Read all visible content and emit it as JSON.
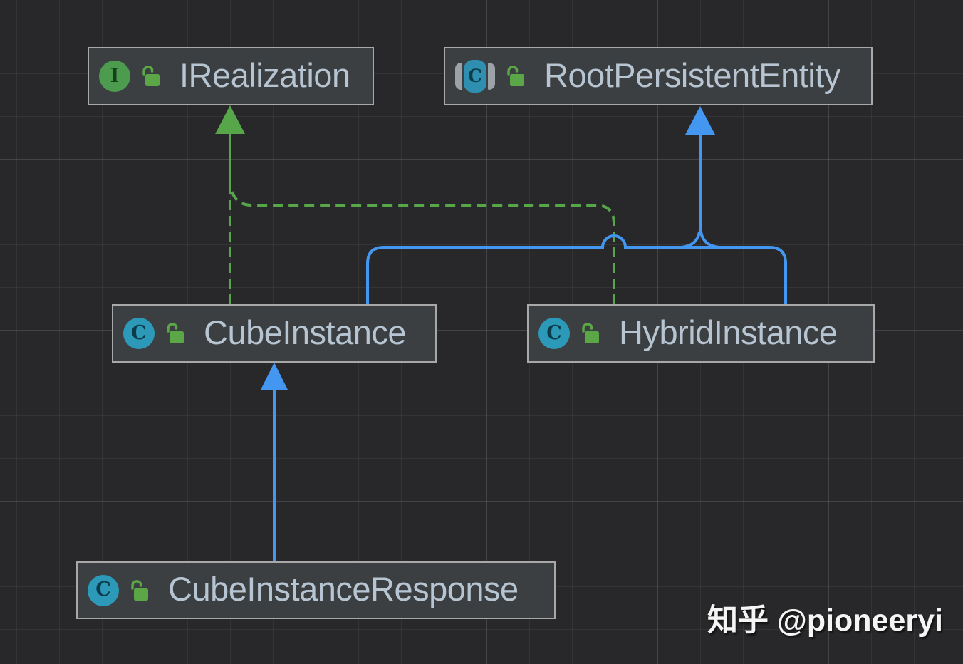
{
  "diagram": {
    "tool": "uml-class-diagram",
    "nodes": [
      {
        "id": "irealization",
        "label": "IRealization",
        "kind": "interface",
        "badge_letter": "I",
        "lock_state": "unlocked"
      },
      {
        "id": "rootpersistententity",
        "label": "RootPersistentEntity",
        "kind": "abstract-class",
        "badge_letter": "C",
        "lock_state": "unlocked"
      },
      {
        "id": "cubeinstance",
        "label": "CubeInstance",
        "kind": "class",
        "badge_letter": "C",
        "lock_state": "unlocked"
      },
      {
        "id": "hybridinstance",
        "label": "HybridInstance",
        "kind": "class",
        "badge_letter": "C",
        "lock_state": "unlocked"
      },
      {
        "id": "cubeinstanceresponse",
        "label": "CubeInstanceResponse",
        "kind": "class",
        "badge_letter": "C",
        "lock_state": "unlocked"
      }
    ],
    "edges": [
      {
        "from": "CubeInstance",
        "to": "IRealization",
        "type": "realization",
        "line": "dashed",
        "color": "#57a64a"
      },
      {
        "from": "HybridInstance",
        "to": "IRealization",
        "type": "realization",
        "line": "dashed",
        "color": "#57a64a"
      },
      {
        "from": "CubeInstance",
        "to": "RootPersistentEntity",
        "type": "inheritance",
        "line": "solid",
        "color": "#4397f0"
      },
      {
        "from": "HybridInstance",
        "to": "RootPersistentEntity",
        "type": "inheritance",
        "line": "solid",
        "color": "#4397f0"
      },
      {
        "from": "CubeInstanceResponse",
        "to": "CubeInstance",
        "type": "inheritance",
        "line": "solid",
        "color": "#4397f0"
      }
    ]
  },
  "colors": {
    "background": "#28282a",
    "node_bg": "#3c3f41",
    "node_border": "#a8a8a8",
    "label_color": "#b7c5d3",
    "edge_green": "#57a64a",
    "edge_blue": "#4397f0",
    "iface_badge": "#4c9b4f",
    "class_badge": "#2c99b8",
    "abstract_badge": "#2e8fb0",
    "lock_green": "#5ba646",
    "watermark": "#f5f5f5"
  },
  "watermark": {
    "text": "知乎 @pioneeryi"
  }
}
